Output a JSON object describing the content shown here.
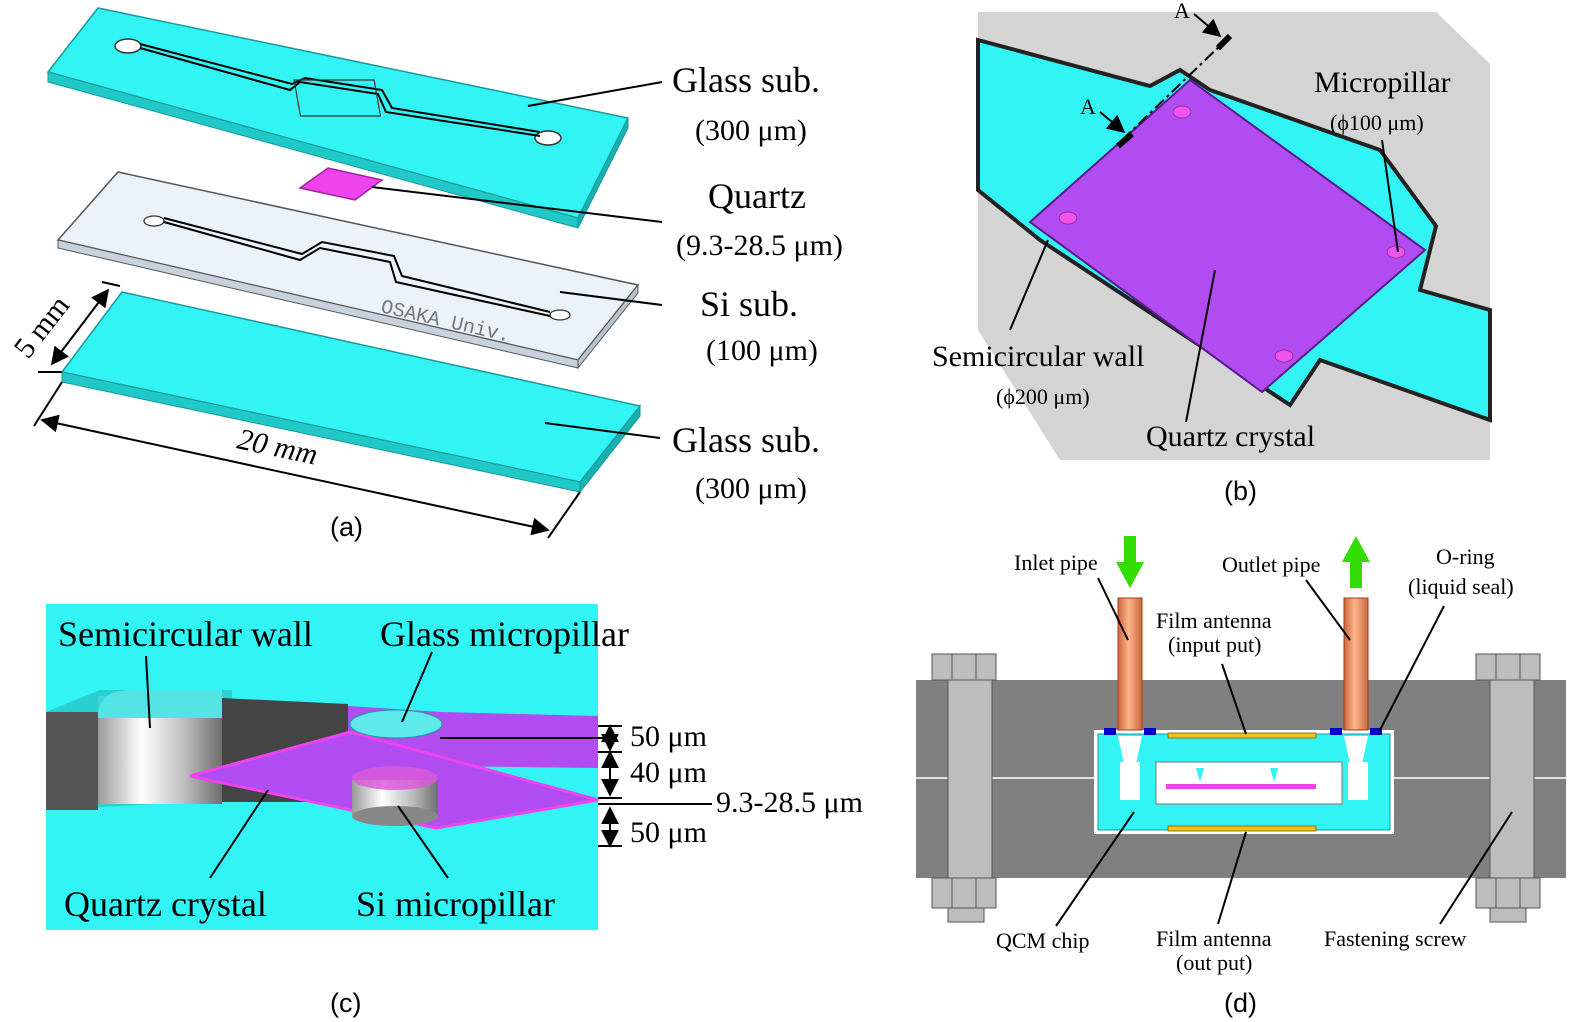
{
  "panel_a": {
    "caption": "(a)",
    "glass_top_label": "Glass sub.",
    "glass_top_thickness": "(300 μm)",
    "quartz_label": "Quartz",
    "quartz_thickness": "(9.3-28.5 μm)",
    "si_label": "Si sub.",
    "si_thickness": "(100 μm)",
    "glass_bottom_label": "Glass sub.",
    "glass_bottom_thickness": "(300 μm)",
    "width_dim": "5 mm",
    "length_dim": "20 mm",
    "engraving": "OSAKA Univ."
  },
  "panel_b": {
    "caption": "(b)",
    "section_mark_1": "A",
    "section_mark_2": "A",
    "micropillar_label": "Micropillar",
    "micropillar_size": "(ϕ100 μm)",
    "wall_label": "Semicircular wall",
    "wall_size": "(ϕ200 μm)",
    "quartz_label": "Quartz crystal"
  },
  "panel_c": {
    "caption": "(c)",
    "wall_label": "Semicircular wall",
    "glass_pillar_label": "Glass micropillar",
    "quartz_label": "Quartz crystal",
    "si_pillar_label": "Si micropillar",
    "dim_top": "50 μm",
    "dim_mid": "40 μm",
    "dim_quartz": "9.3-28.5 μm",
    "dim_bottom": "50 μm"
  },
  "panel_d": {
    "caption": "(d)",
    "inlet_label": "Inlet pipe",
    "outlet_label": "Outlet pipe",
    "oring_label": "O-ring",
    "oring_sub": "(liquid seal)",
    "antenna_in_label": "Film antenna",
    "antenna_in_sub": "(input put)",
    "qcm_label": "QCM chip",
    "antenna_out_label": "Film antenna",
    "antenna_out_sub": "(out put)",
    "screw_label": "Fastening screw"
  },
  "colors": {
    "glass": "#33f4f4",
    "quartz": "#b04cf0",
    "quartz_small": "#ee44ee",
    "si_plate": "#eaf2fa",
    "housing": "#808080",
    "pipe": "#e8875a",
    "arrow": "#33dd00",
    "antenna": "#f0c020",
    "oring": "#0000cc"
  }
}
